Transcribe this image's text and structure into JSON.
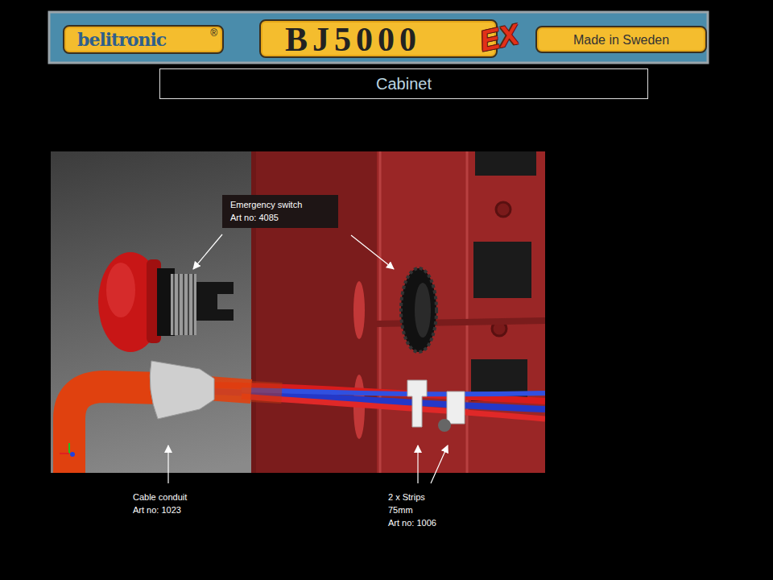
{
  "diagram": {
    "title": "Cabinet",
    "nodes": [
      {
        "text": [
          "belitronic",
          "®"
        ]
      },
      {
        "text": [
          "BJ5000",
          "EX"
        ]
      },
      {
        "text": [
          "Made in Sweden"
        ]
      },
      {
        "text": [
          "Cabinet"
        ]
      },
      {
        "text": [
          "Emergency switch",
          "Art no: 4085"
        ]
      }
    ],
    "labels": [
      "Cable conduit",
      "Art no: 1023",
      "2 x Strips",
      "75mm",
      "Art no: 1006"
    ]
  }
}
